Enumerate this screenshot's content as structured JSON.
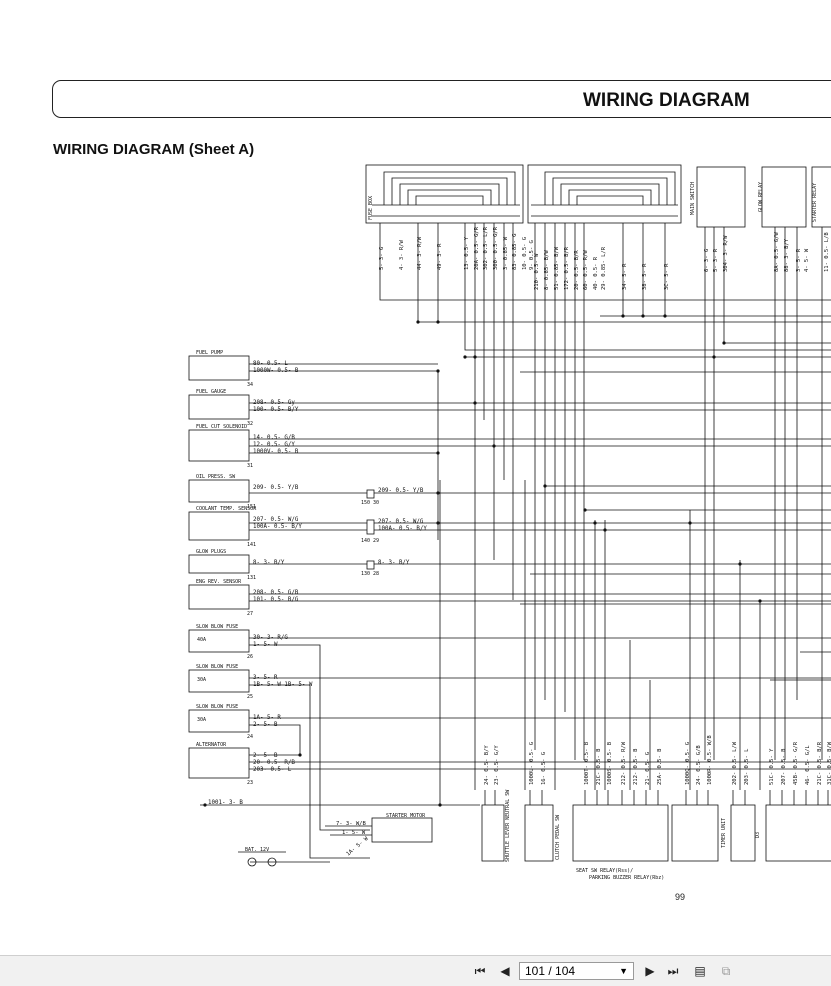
{
  "document": {
    "header_title": "WIRING DIAGRAM",
    "sheet_title": "WIRING DIAGRAM (Sheet A)",
    "page_number": "99"
  },
  "boxes": {
    "fuse_box": "FUSE BOX",
    "main_switch": "MAIN SWITCH",
    "glow_relay": "GLOW RELAY",
    "starter_relay": "STARTER RELAY"
  },
  "fuse_box_wires": [
    "5- 3- G",
    "4- 3- R/W",
    "44- 3- R/W",
    "49- 3- R",
    "13- 0.5- Y",
    "20A- 0.5- G/R",
    "302- 0.5- L/R",
    "300- 0.5- G/R",
    "3- 0.85- W",
    "83- 0.85- G",
    "10- 0.5- G",
    "9- 0.5- G"
  ],
  "fuse_box_wires_2": [
    "210- 0.5- W",
    "8- 0.85- B/W",
    "51- 0.85- B/W",
    "172- 0.5- B/R",
    "20- 0.5- B/R",
    "60- 0.5- R/W",
    "40- 0.5- R",
    "29- 0.85- L/R",
    "34- 5- R",
    "38- 5- R",
    "3C- 5- R"
  ],
  "main_switch_wires": [
    "6- 3- G",
    "5- 3- R",
    "304- 3- R/W"
  ],
  "glow_relay_wires": [
    "8A- 0.5- G/W",
    "88- 3- B/Y",
    "3- 5- R",
    "4- 5- W"
  ],
  "starter_relay_wires": [
    "11- 0.5- L/B"
  ],
  "components": [
    {
      "name": "FUEL PUMP",
      "wires": [
        "80- 0.5- L",
        "1000W- 0.5- B"
      ],
      "conn": "34"
    },
    {
      "name": "FUEL GAUGE",
      "wires": [
        "208- 0.5- Gy",
        "100- 0.5- B/Y"
      ],
      "conn": "32"
    },
    {
      "name": "FUEL CUT SOLENOID",
      "wires": [
        "14- 0.5- G/B",
        "12- 0.5- G/Y",
        "1000V- 0.5- B"
      ],
      "conn": "31"
    },
    {
      "name": "OIL PRESS. SW",
      "wires": [
        "209- 0.5- Y/B"
      ],
      "conn": "151"
    },
    {
      "name": "COOLANT TEMP. SENSOR",
      "wires": [
        "207- 0.5- W/G",
        "100A- 0.5- B/Y"
      ],
      "conn": "141"
    },
    {
      "name": "GLOW PLUGS",
      "wires": [
        "8- 3- B/Y"
      ],
      "conn": "131"
    },
    {
      "name": "ENG REV. SENSOR",
      "wires": [
        "208- 0.5- G/B",
        "101- 0.5- B/G"
      ],
      "conn": "27"
    },
    {
      "name": "SLOW BLOW FUSE",
      "wires": [
        "30- 3- R/G",
        "1- 5- W"
      ],
      "conn": "26",
      "rating": "40A"
    },
    {
      "name": "SLOW BLOW FUSE",
      "wires": [
        "3- 5- R",
        "1B- 5- W  1B- 5- W"
      ],
      "conn": "25",
      "rating": "30A"
    },
    {
      "name": "SLOW BLOW FUSE",
      "wires": [
        "1A- 5- R",
        "2- 5- B"
      ],
      "conn": "24",
      "rating": "30A"
    },
    {
      "name": "ALTERNATOR",
      "wires": [
        "2- 5- B",
        "20- 0.5- R/B",
        "203- 0.5- L"
      ],
      "conn": "23"
    }
  ],
  "mid_wires": [
    {
      "label": "209- 0.5- Y/B",
      "conn": "150 30"
    },
    {
      "label": "207- 0.5- W/G",
      "conn": ""
    },
    {
      "label": "100A- 0.5- B/Y",
      "conn": "140 29"
    },
    {
      "label": "8- 3- B/Y",
      "conn": "130 28"
    }
  ],
  "ground_wire": "1001- 3- B",
  "starter_motor": {
    "label": "STARTER MOTOR",
    "wires": [
      "7- 3- W/B",
      "1- 5- W",
      "1A- 5- W"
    ]
  },
  "battery": "BAT. 12V",
  "bottom_labels": {
    "shuttle": "SHUTTLE LEVER NEUTRAL SW",
    "clutch": "CLUTCH PEDAL SW",
    "seat_relay_1": "SEAT SW RELAY(Rss)/",
    "seat_relay_2": "PARKING BUZZER RELAY(Rbz)",
    "timer": "TIMER UNIT",
    "d3": "D3"
  },
  "bottom_wires": {
    "shuttle": [
      "24- 0.5- B/Y",
      "23- 0.5- G/Y"
    ],
    "clutch": [
      "1000U- 0.5- G",
      "16- 0.5- G"
    ],
    "seat": [
      "1000T- 0.5- B",
      "21C- 0.5- B",
      "1000S- 0.5- B",
      "212- 0.5- R/W",
      "212- 0.5- B",
      "21- 0.5- G",
      "25A- 0.5- B"
    ],
    "timer": [
      "1000Q- 0.5- G",
      "24- 0.5- G/B",
      "1000R- 0.5- W/B",
      "202- 0.5- L/W",
      "203- 0.5- L"
    ],
    "right": [
      "51C- 0.5- Y",
      "207- 0.5- B",
      "45B- 0.5- G/R",
      "46- 0.5- G/L",
      "21C- 0.5- B/R",
      "31C- 0.5- B/W"
    ]
  },
  "viewer": {
    "page_display": "101 / 104"
  }
}
